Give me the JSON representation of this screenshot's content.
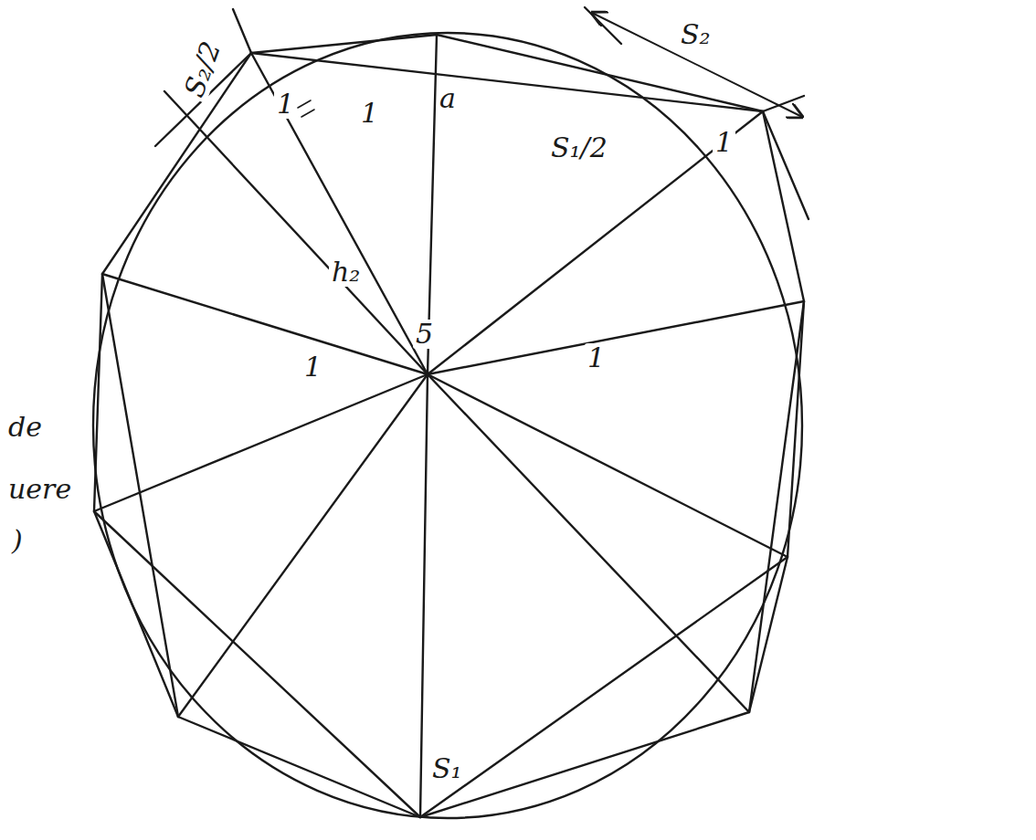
{
  "diagram": {
    "labels": [
      "S₂/2",
      "S₂",
      "a",
      "1",
      "1",
      "h₂",
      "S₁/2",
      "1",
      "5",
      "1",
      "1",
      "S₁",
      "de",
      "uere",
      ")"
    ]
  }
}
